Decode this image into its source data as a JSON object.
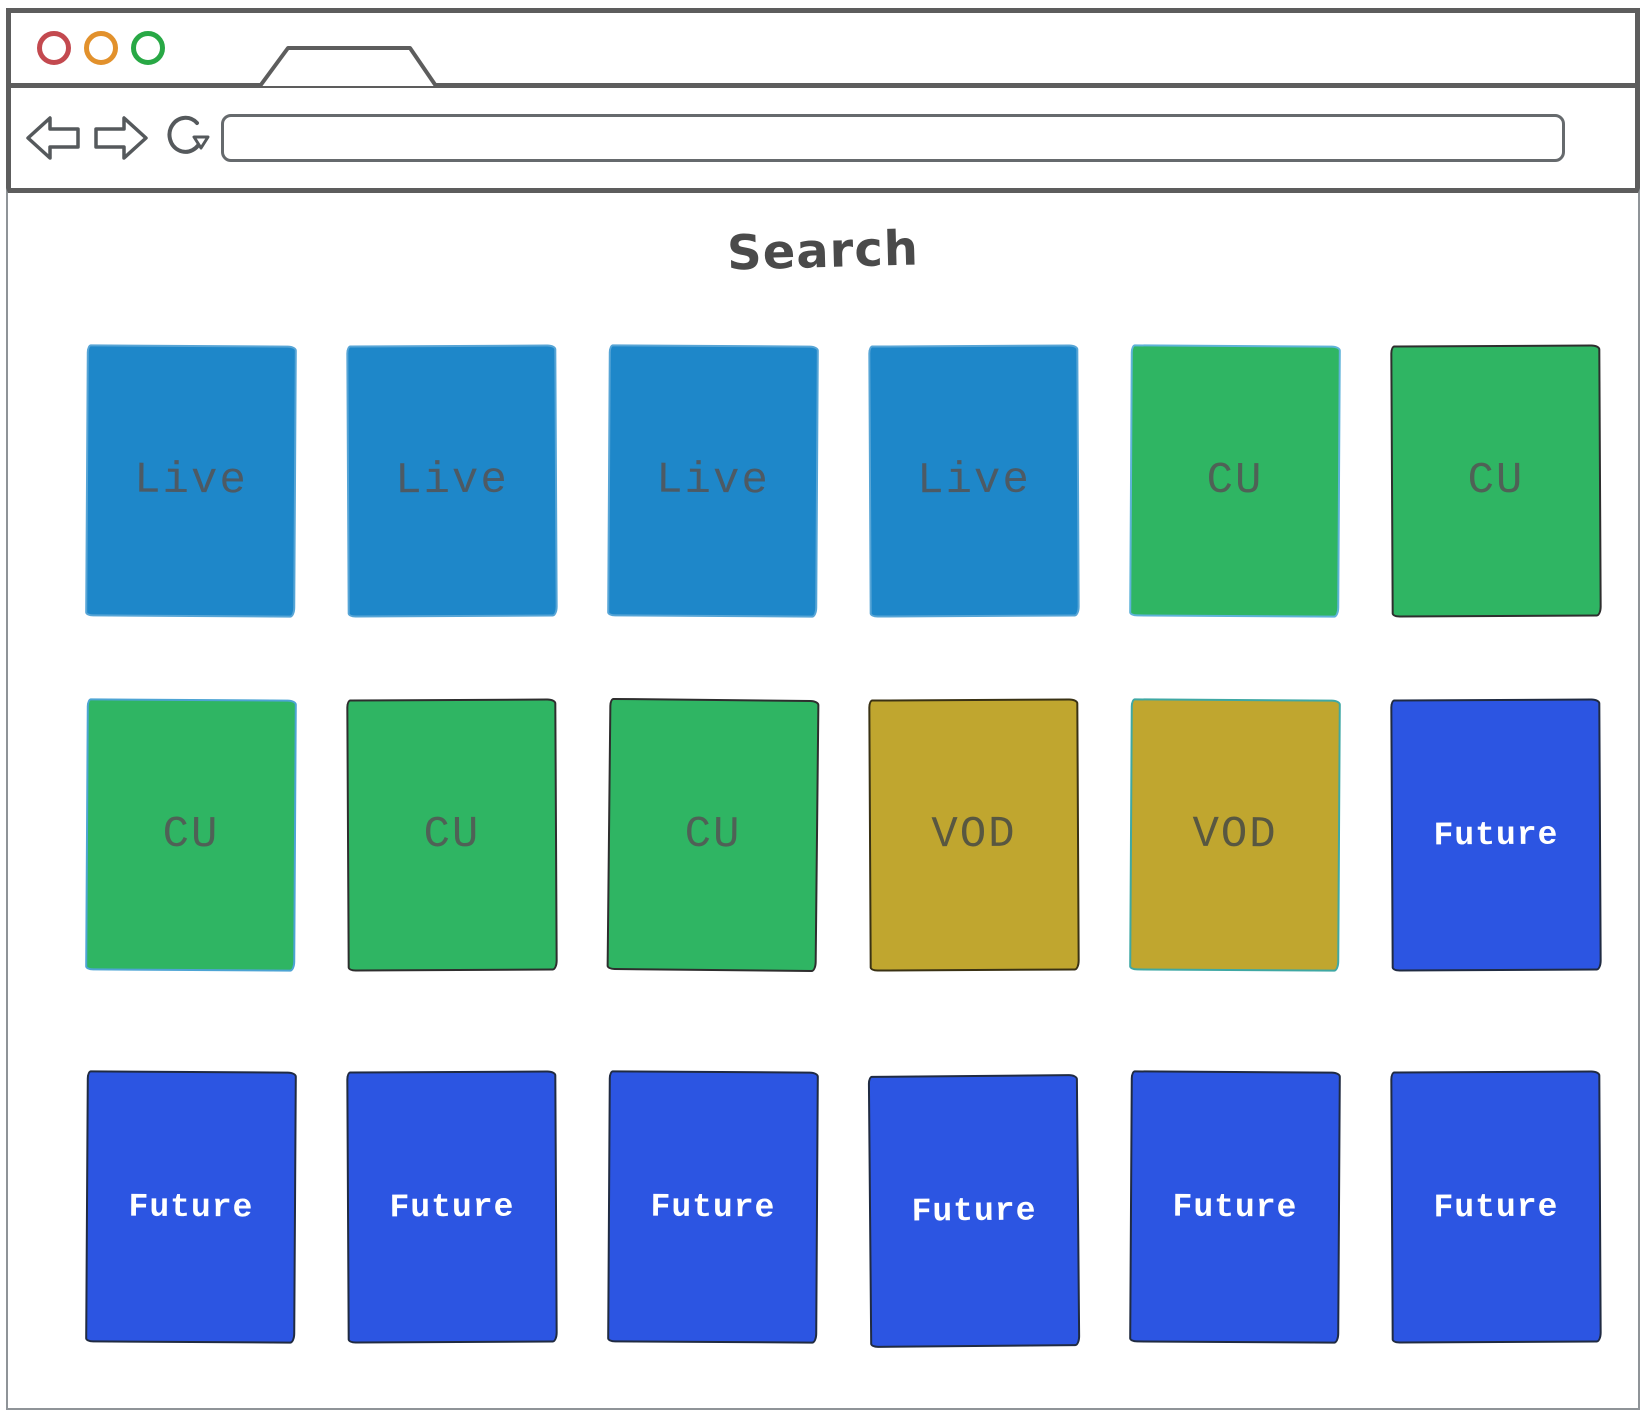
{
  "browser": {
    "traffic_lights": [
      {
        "name": "close",
        "color": "#c3494f"
      },
      {
        "name": "minimize",
        "color": "#e2912c"
      },
      {
        "name": "maximize",
        "color": "#28a845"
      }
    ],
    "tab": {
      "label": ""
    },
    "url_bar": {
      "value": "",
      "placeholder": ""
    }
  },
  "page": {
    "title": "Search"
  },
  "card_types": {
    "live": {
      "label": "Live",
      "bg": "#1e87c9",
      "text": "#4d5a64"
    },
    "cu": {
      "label": "CU",
      "bg": "#2fb563",
      "text": "#4f6156"
    },
    "vod": {
      "label": "VOD",
      "bg": "#c0a62f",
      "text": "#585741"
    },
    "future": {
      "label": "Future",
      "bg": "#2c55e2",
      "text": "#ffffff"
    }
  },
  "grid": {
    "rows": [
      {
        "cards": [
          {
            "type": "live",
            "border": "#57a5d6"
          },
          {
            "type": "live",
            "border": "#57a5d6"
          },
          {
            "type": "live",
            "border": "#57a5d6"
          },
          {
            "type": "live",
            "border": "#57a5d6"
          },
          {
            "type": "cu",
            "border": "#5fb3d9"
          },
          {
            "type": "cu",
            "border": "#2e2e2e"
          }
        ]
      },
      {
        "cards": [
          {
            "type": "cu",
            "border": "#4da4d4"
          },
          {
            "type": "cu",
            "border": "#2e2e2e"
          },
          {
            "type": "cu",
            "border": "#2e2e2e"
          },
          {
            "type": "vod",
            "border": "#3a3214"
          },
          {
            "type": "vod",
            "border": "#3fa8a4"
          },
          {
            "type": "future",
            "border": "#202b42"
          }
        ]
      },
      {
        "cards": [
          {
            "type": "future",
            "border": "#202b42"
          },
          {
            "type": "future",
            "border": "#202b42"
          },
          {
            "type": "future",
            "border": "#202b42"
          },
          {
            "type": "future",
            "border": "#202b42"
          },
          {
            "type": "future",
            "border": "#202b42"
          },
          {
            "type": "future",
            "border": "#202b42"
          }
        ]
      }
    ]
  }
}
